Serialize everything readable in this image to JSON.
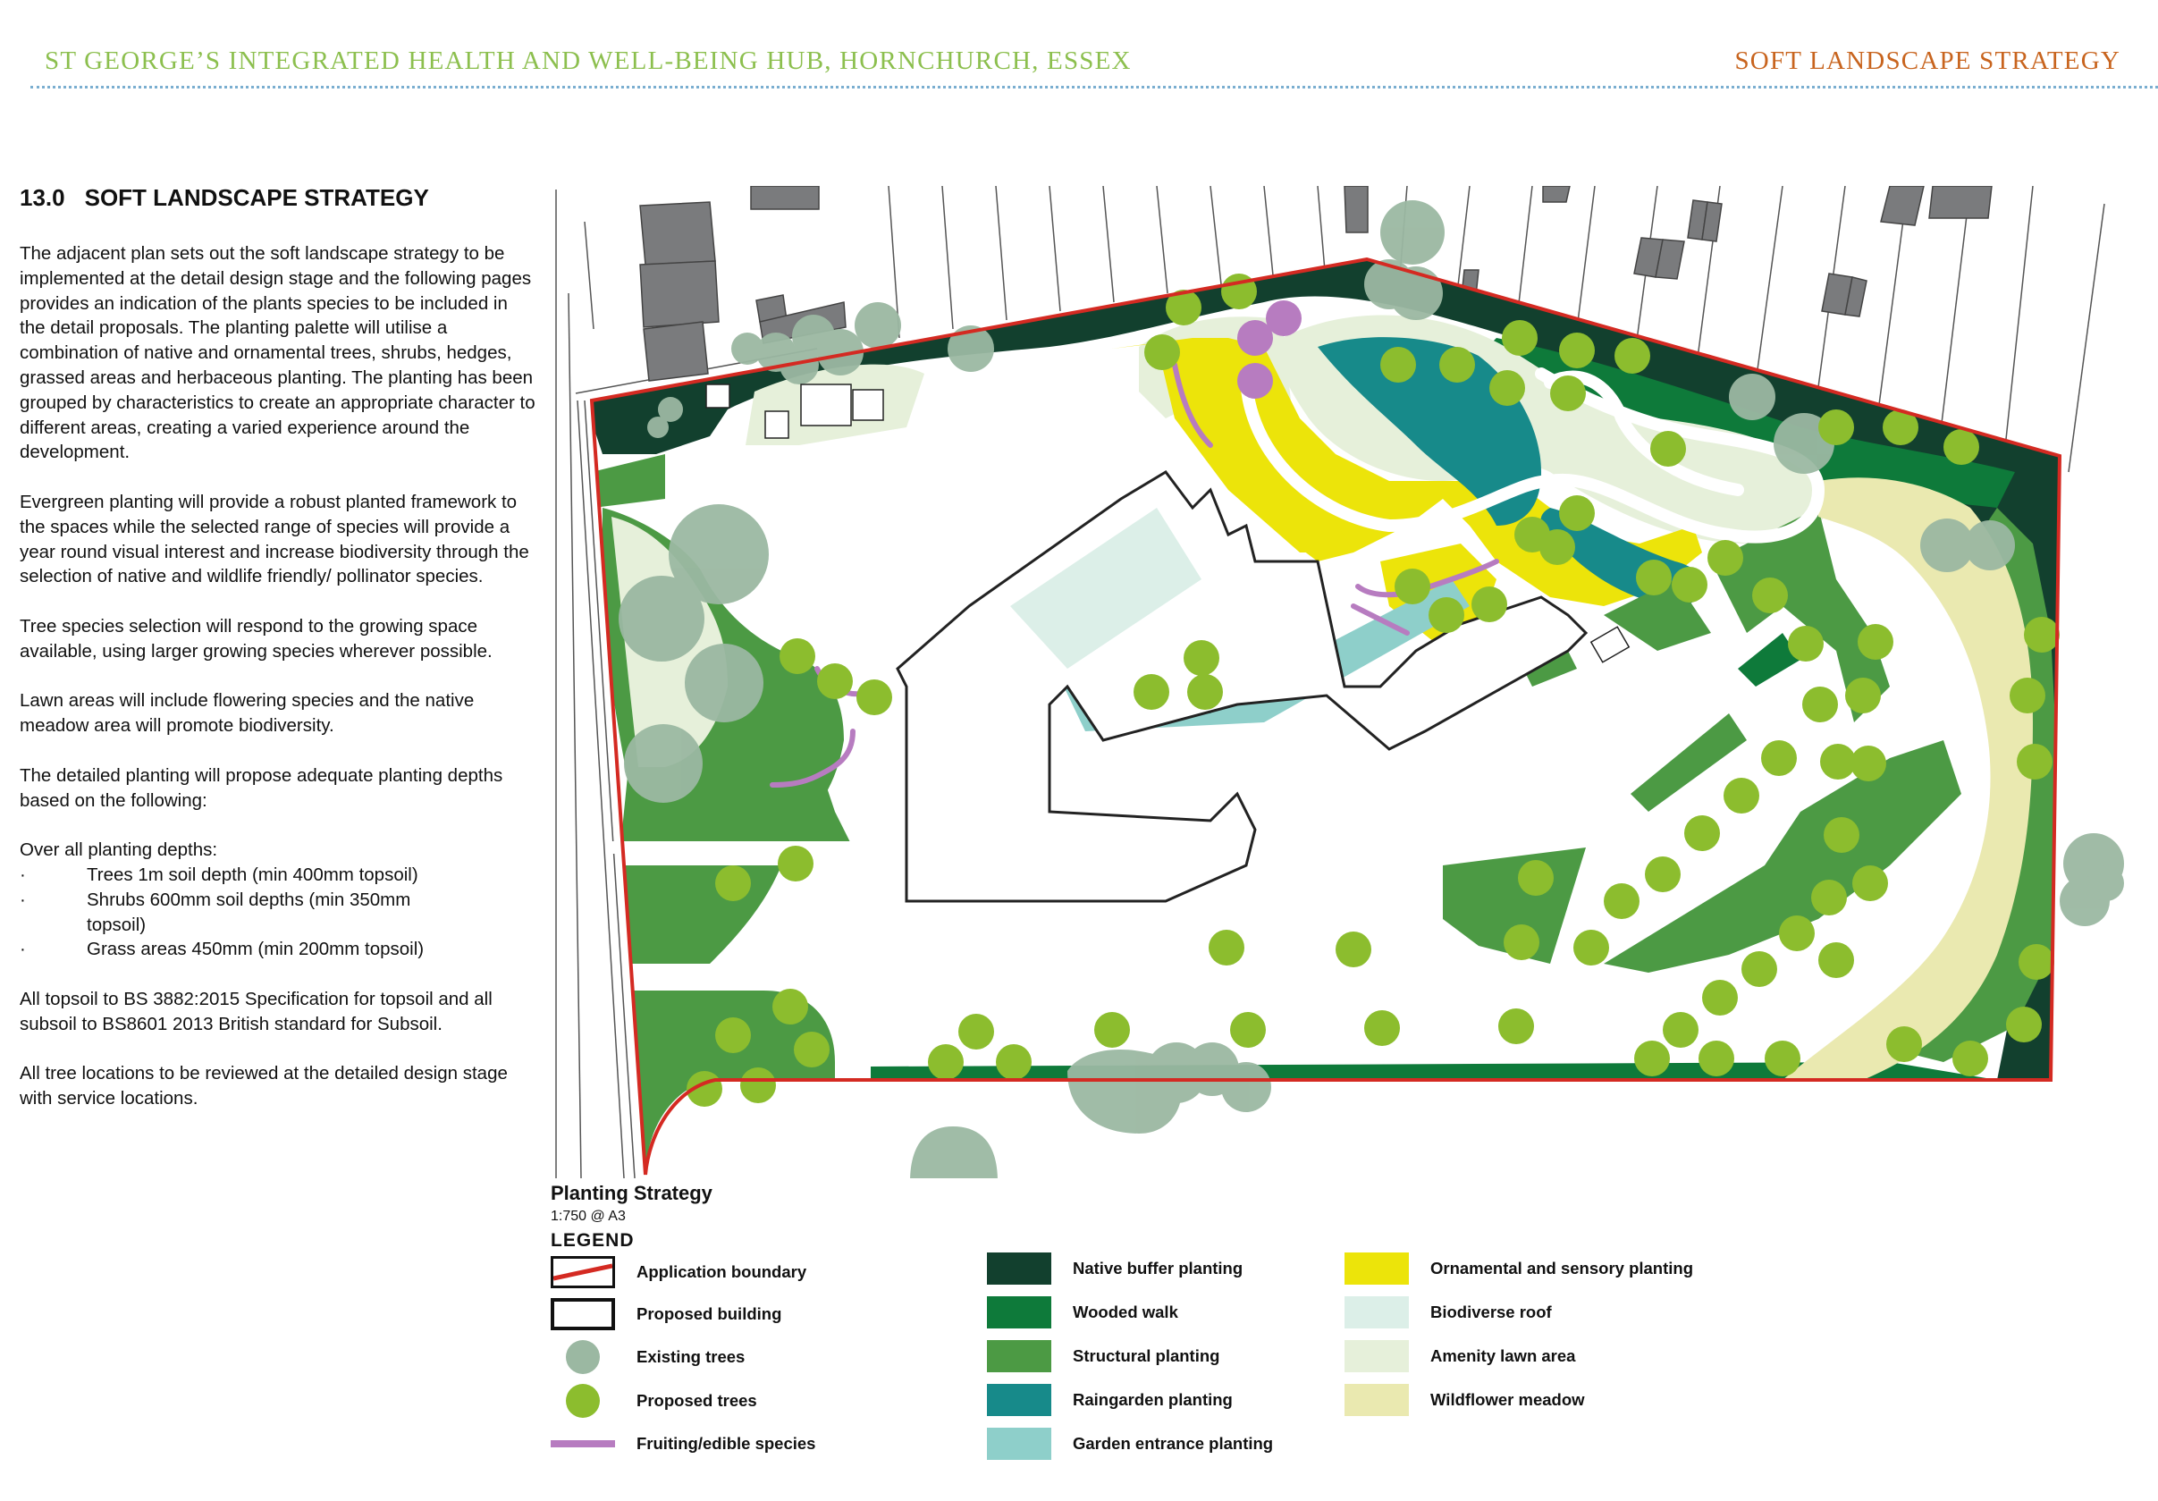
{
  "header": {
    "title_left": "ST GEORGE’S INTEGRATED HEALTH AND WELL-BEING HUB, HORNCHURCH, ESSEX",
    "title_right": "SOFT LANDSCAPE STRATEGY",
    "left_color": "#8cbf4e",
    "right_color": "#c8641e"
  },
  "section": {
    "number": "13.0",
    "title": "SOFT LANDSCAPE STRATEGY",
    "paragraphs": [
      "The adjacent plan sets out the soft landscape strategy to be implemented at the detail design stage and the following pages provides an indication of the plants species to be included in the detail proposals. The planting palette will utilise a combination of native and ornamental trees, shrubs, hedges, grassed areas and herbaceous planting. The planting has been grouped by characteristics to create an appropriate character to different areas, creating a varied experience around the development.",
      "Evergreen planting will provide a robust planted framework to the spaces while the selected range of species will provide a year round visual interest and increase biodiversity through the selection of native and wildlife friendly/ pollinator species.",
      "Tree species selection will respond to the growing space available, using larger growing species wherever possible.",
      "Lawn areas will include flowering species and the native meadow area will promote biodiversity.",
      "The detailed planting will propose adequate planting depths based on the following:"
    ],
    "depths_heading": "Over all planting depths:",
    "depths": [
      {
        "bullet": "·",
        "text": "Trees 1m soil depth (min 400mm topsoil)"
      },
      {
        "bullet": "·",
        "text": "Shrubs 600mm soil depths  (min 350mm topsoil)"
      },
      {
        "bullet": "·",
        "text": "Grass areas 450mm (min 200mm topsoil)"
      }
    ],
    "closing": [
      "All topsoil to BS 3882:2015 Specification for topsoil and all subsoil to BS8601 2013 British standard for Subsoil.",
      "All tree locations to be reviewed at the detailed design stage with service locations."
    ]
  },
  "plan": {
    "title": "Planting Strategy",
    "scale": "1:750 @ A3",
    "legend_title": "LEGEND",
    "legend": [
      {
        "label": "Application boundary",
        "symbol": "boundary",
        "color": "#d42a22"
      },
      {
        "label": "Proposed building",
        "symbol": "building",
        "color": "#111111"
      },
      {
        "label": "Existing trees",
        "symbol": "circle",
        "color": "#9bb8a2"
      },
      {
        "label": "Proposed trees",
        "symbol": "circle",
        "color": "#8cbd2e"
      },
      {
        "label": "Fruiting/edible species",
        "symbol": "line",
        "color": "#b77cc0"
      },
      {
        "label": "Native buffer planting",
        "symbol": "fill",
        "color": "#12402e"
      },
      {
        "label": "Wooded walk",
        "symbol": "fill",
        "color": "#0e7a3a"
      },
      {
        "label": "Structural planting",
        "symbol": "fill",
        "color": "#4c9a44"
      },
      {
        "label": "Raingarden planting",
        "symbol": "fill",
        "color": "#178a8a"
      },
      {
        "label": "Garden entrance planting",
        "symbol": "fill",
        "color": "#8ecfca"
      },
      {
        "label": "Ornamental and sensory planting",
        "symbol": "fill",
        "color": "#ece40a"
      },
      {
        "label": "Biodiverse roof",
        "symbol": "fill",
        "color": "#dcefe8"
      },
      {
        "label": "Amenity lawn area",
        "symbol": "fill",
        "color": "#e6f0da"
      },
      {
        "label": "Wildflower meadow",
        "symbol": "fill",
        "color": "#eae9b0"
      }
    ]
  }
}
